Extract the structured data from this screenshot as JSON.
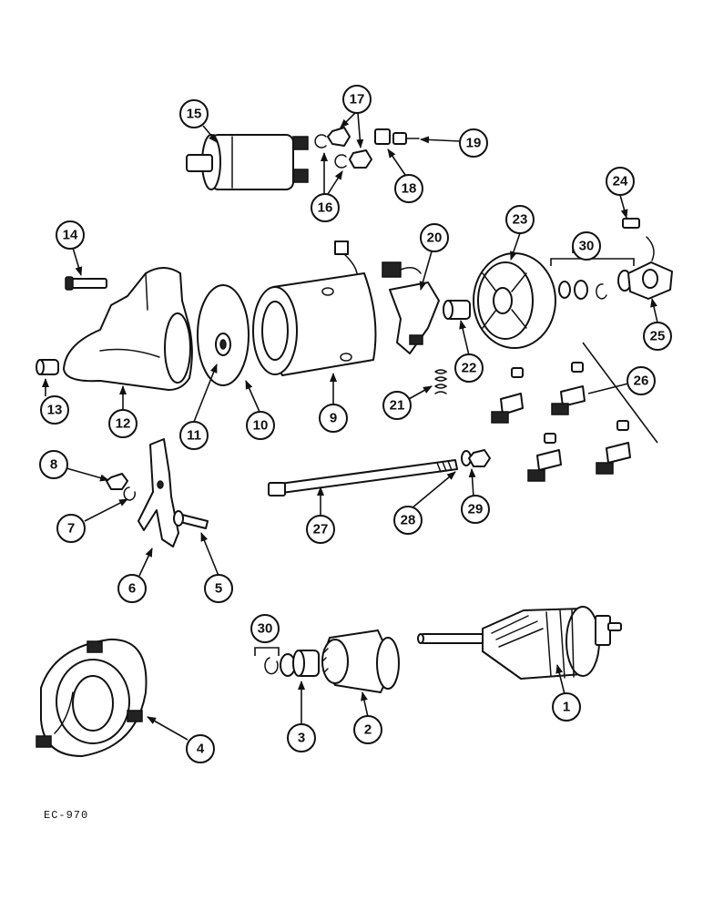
{
  "drawing_code": "EC-970",
  "callouts": [
    {
      "key": "c1",
      "label": "1"
    },
    {
      "key": "c2",
      "label": "2"
    },
    {
      "key": "c3",
      "label": "3"
    },
    {
      "key": "c4",
      "label": "4"
    },
    {
      "key": "c5",
      "label": "5"
    },
    {
      "key": "c6",
      "label": "6"
    },
    {
      "key": "c7",
      "label": "7"
    },
    {
      "key": "c8",
      "label": "8"
    },
    {
      "key": "c9",
      "label": "9"
    },
    {
      "key": "c10",
      "label": "10"
    },
    {
      "key": "c11",
      "label": "11"
    },
    {
      "key": "c12",
      "label": "12"
    },
    {
      "key": "c13",
      "label": "13"
    },
    {
      "key": "c14",
      "label": "14"
    },
    {
      "key": "c15",
      "label": "15"
    },
    {
      "key": "c16",
      "label": "16"
    },
    {
      "key": "c17",
      "label": "17"
    },
    {
      "key": "c18",
      "label": "18"
    },
    {
      "key": "c19",
      "label": "19"
    },
    {
      "key": "c20",
      "label": "20"
    },
    {
      "key": "c21",
      "label": "21"
    },
    {
      "key": "c22",
      "label": "22"
    },
    {
      "key": "c23",
      "label": "23"
    },
    {
      "key": "c24",
      "label": "24"
    },
    {
      "key": "c25",
      "label": "25"
    },
    {
      "key": "c26",
      "label": "26"
    },
    {
      "key": "c27",
      "label": "27"
    },
    {
      "key": "c28",
      "label": "28"
    },
    {
      "key": "c29",
      "label": "29"
    },
    {
      "key": "c30a",
      "label": "30"
    },
    {
      "key": "c30b",
      "label": "30"
    }
  ]
}
